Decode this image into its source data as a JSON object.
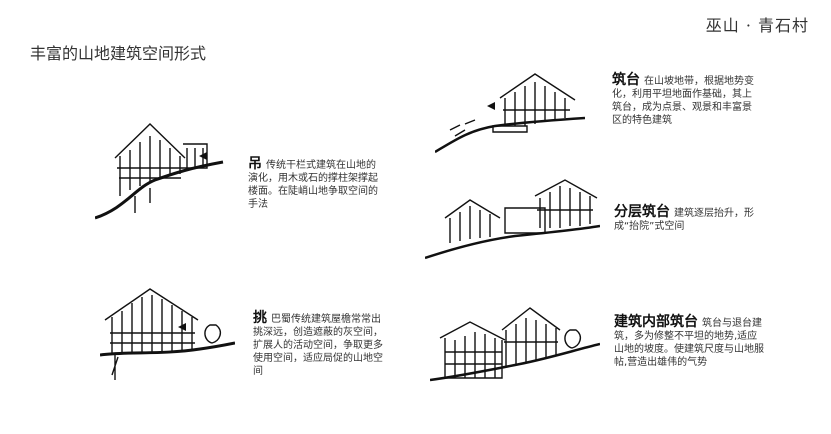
{
  "brand": "巫山 · 青石村",
  "page_title": "丰富的山地建筑空间形式",
  "items": [
    {
      "key": "吊",
      "text": "传统干栏式建筑在山地的演化，用木或石的撑柱架撑起楼面。在陡峭山地争取空间的手法"
    },
    {
      "key": "挑",
      "text": "巴蜀传统建筑屋檐常常出挑深远，创造遮蔽的灰空间，扩展人的活动空间，争取更多使用空间，适应局促的山地空间"
    },
    {
      "key": "筑台",
      "text": "在山坡地带，根据地势变化，利用平坦地面作基础，其上筑台，成为点景、观景和丰富景区的特色建筑"
    },
    {
      "key": "分层筑台",
      "text": "建筑逐层抬升，形成“抬院”式空间"
    },
    {
      "key": "建筑内部筑台",
      "text": "筑台与退台建筑，多为修整不平坦的地势,适应山地的坡度。使建筑尺度与山地服帖,营造出雄伟的气势"
    }
  ]
}
